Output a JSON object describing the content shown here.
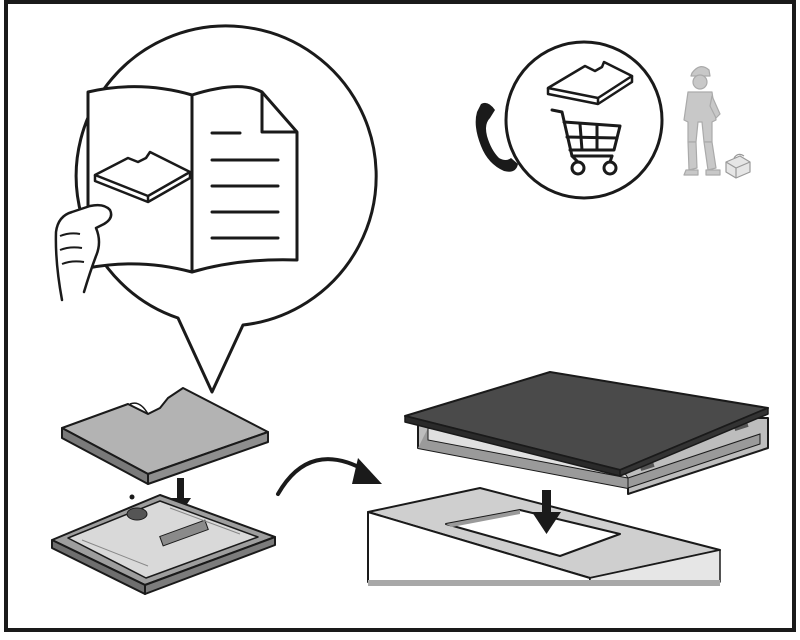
{
  "diagram": {
    "kind": "installation-instruction",
    "panels": [
      {
        "id": "manual-callout",
        "icons": [
          "hand-icon",
          "open-manual-icon",
          "protective-board-icon",
          "document-lines-icon"
        ]
      },
      {
        "id": "order-callout",
        "icons": [
          "telephone-icon",
          "protective-board-icon",
          "shopping-cart-icon",
          "technician-icon",
          "toolbox-icon"
        ]
      },
      {
        "id": "remove-board-step",
        "icons": [
          "protective-board-icon",
          "down-arrow-icon",
          "hob-underside-icon"
        ]
      },
      {
        "id": "install-step",
        "icons": [
          "curved-arrow-icon",
          "induction-hob-icon",
          "down-arrow-icon",
          "worktop-cutout-icon"
        ]
      }
    ]
  },
  "colors": {
    "line": "#1a1a1a",
    "board_top": "#b3b3b3",
    "board_side": "#7a7a7a",
    "hob_glass": "#4a4a4a",
    "hob_frame": "#bdbdbd",
    "worktop": "#cfcfcf",
    "worktop_edge": "#a8a8a8",
    "tray": "#d9d9d9",
    "technician": "#c8c8c8"
  }
}
